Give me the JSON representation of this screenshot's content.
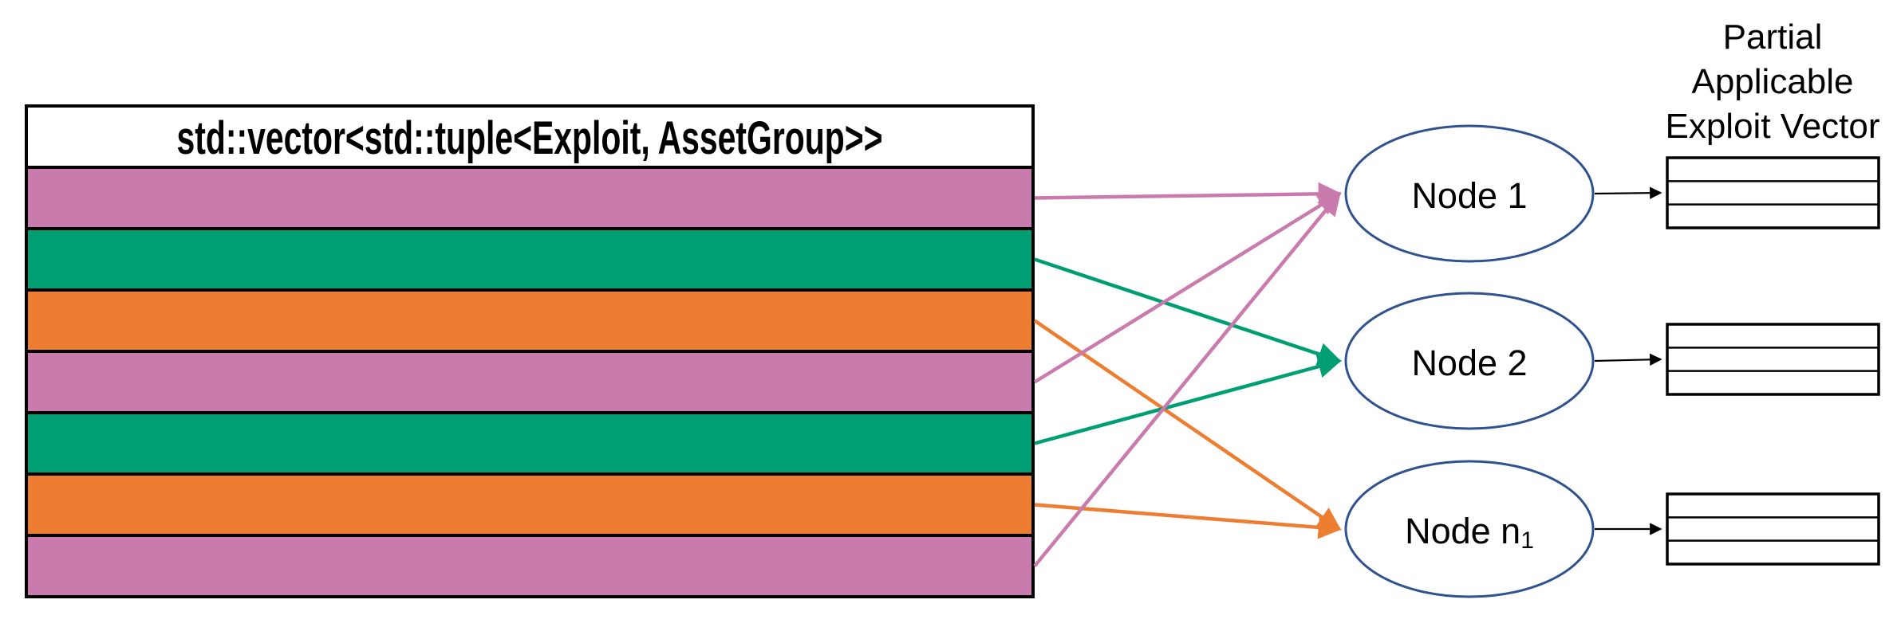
{
  "title": {
    "lines": [
      "Partial",
      "Applicable",
      "Exploit Vector"
    ]
  },
  "vector_table": {
    "header": "std::vector<std::tuple<Exploit, AssetGroup>>",
    "rows": [
      {
        "color": "pink"
      },
      {
        "color": "green"
      },
      {
        "color": "orange"
      },
      {
        "color": "pink"
      },
      {
        "color": "green"
      },
      {
        "color": "orange"
      },
      {
        "color": "pink"
      }
    ]
  },
  "nodes": [
    {
      "label": "Node 1",
      "subscript": ""
    },
    {
      "label": "Node 2",
      "subscript": ""
    },
    {
      "label": "Node n",
      "subscript": "1"
    }
  ],
  "connections": [
    {
      "row": 0,
      "node": 0,
      "color": "pink"
    },
    {
      "row": 1,
      "node": 1,
      "color": "green"
    },
    {
      "row": 2,
      "node": 2,
      "color": "orange"
    },
    {
      "row": 3,
      "node": 0,
      "color": "pink"
    },
    {
      "row": 4,
      "node": 1,
      "color": "green"
    },
    {
      "row": 5,
      "node": 2,
      "color": "orange"
    },
    {
      "row": 6,
      "node": 0,
      "color": "pink"
    }
  ],
  "partial_vectors": [
    {
      "rows": 3,
      "target_node": 0
    },
    {
      "rows": 3,
      "target_node": 1
    },
    {
      "rows": 3,
      "target_node": 2
    }
  ],
  "colors": {
    "pink": "#C97BAD",
    "green": "#009E73",
    "orange": "#ED7D31",
    "node_outline": "#2F528F",
    "black": "#000000",
    "row_border": "#000000",
    "text": "#000000",
    "background": "#FFFFFF"
  }
}
